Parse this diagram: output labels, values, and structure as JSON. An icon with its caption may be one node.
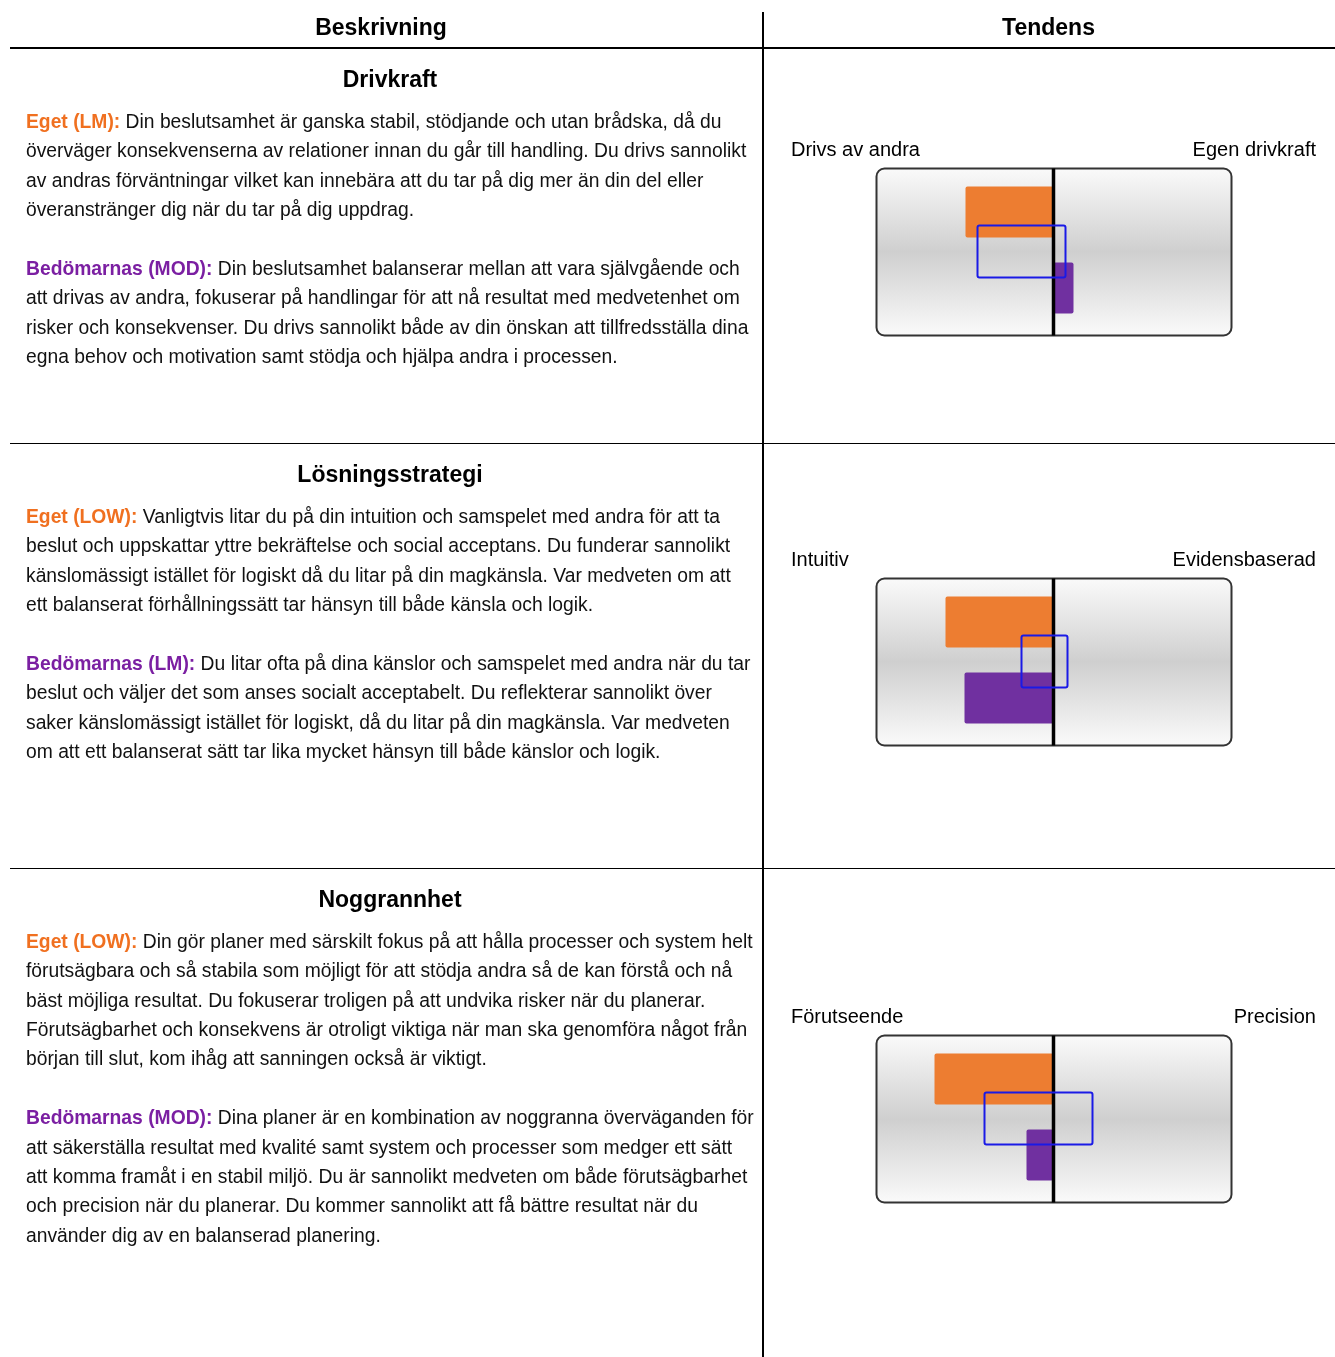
{
  "diagram": {
    "labels": [
      "Beskrivning",
      "Tendens",
      "Drivkraft",
      "**Eget (LM):** Din beslutsamhet är ganska stabil, stödjande och utan brådska, då du överväger konsekvenserna av relationer innan du går till handling. Du drivs sannolikt av andras förväntningar vilket kan innebära att du tar på dig mer än din del eller överanstränger dig när du tar på dig uppdrag.",
      "**Bedömarnas (MOD):** Din beslutsamhet balanserar mellan att vara självgående och att drivas av andra, fokuserar på handlingar för att nå resultat med medvetenhet om risker och konsekvenser. Du drivs sannolikt både av din önskan att tillfredsställa dina egna behov och motivation samt stödja och hjälpa andra i processen.",
      "Drivs av andra",
      "Egen drivkraft",
      "Lösningsstrategi",
      "**Eget (LOW):** Vanligtvis litar du på din intuition och samspelet med andra för att ta beslut och uppskattar yttre bekräftelse och social acceptans. Du funderar sannolikt känslomässigt istället för logiskt då du litar på din magkänsla. Var medveten om att ett balanserat förhållningssätt tar hänsyn till både känsla och logik.",
      "**Bedömarnas (LM):** Du litar ofta på dina känslor och samspelet med andra när du tar beslut och väljer det som anses socialt acceptabelt. Du reflekterar sannolikt över saker känslomässigt istället för logiskt, då du litar på din magkänsla. Var medveten om att ett balanserat sätt tar lika mycket hänsyn till både känslor och logik.",
      "Intuitiv",
      "Evidensbaserad",
      "Noggrannhet",
      "**Eget (LOW):** Din gör planer med särskilt fokus på att hålla processer och system helt förutsägbara och så stabila som möjligt för att stödja andra så de kan förstå och nå bäst möjliga resultat. Du fokuserar troligen på att undvika risker när du planerar. Förutsägbarhet och konsekvens är otroligt viktiga när man ska genomföra något från början till slut, kom ihåg att sanningen också är viktigt.",
      "**Bedömarnas (MOD):** Dina planer är en kombination av noggranna överväganden för att säkerställa resultat med kvalité samt system och processer som medger ett sätt att komma framåt i en stabil miljö. Du är sannolikt medveten om både förutsägbarhet och precision när du planerar. Du kommer sannolikt att få bättre resultat när du använder dig av en balanserad planering.",
      "Förutseende",
      "Precision"
    ]
  }
}
